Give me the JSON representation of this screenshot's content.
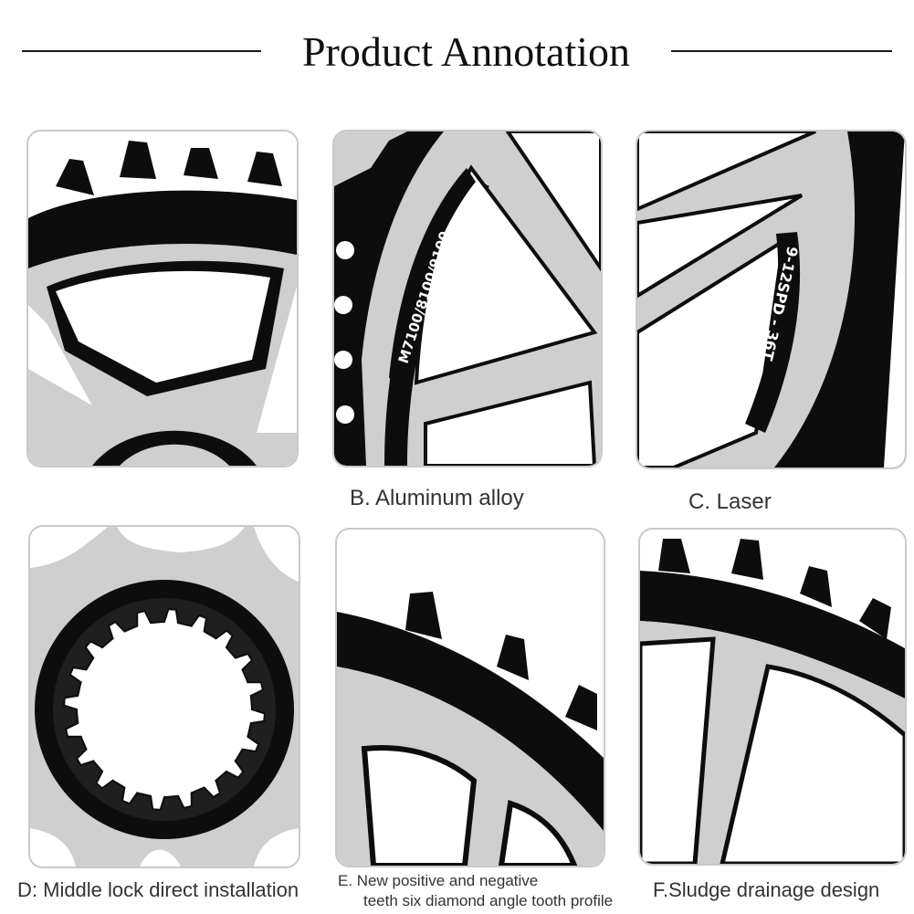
{
  "page": {
    "title": "Product Annotation"
  },
  "panels": {
    "a": {
      "caption": ""
    },
    "b": {
      "caption": "B. Aluminum alloy",
      "engraving": "M7100/8100/9100"
    },
    "c": {
      "caption": "C. Laser",
      "engraving": "9-12SPD - 36T"
    },
    "d": {
      "caption": "D: Middle lock direct installation"
    },
    "e": {
      "caption_line1": "E. New positive and negative",
      "caption_line2": "teeth six diamond angle tooth profile"
    },
    "f": {
      "caption": "F.Sludge drainage design"
    }
  },
  "colors": {
    "metal": "#cfcfcf",
    "black": "#0d0d0d",
    "border": "#c9c9c9"
  }
}
